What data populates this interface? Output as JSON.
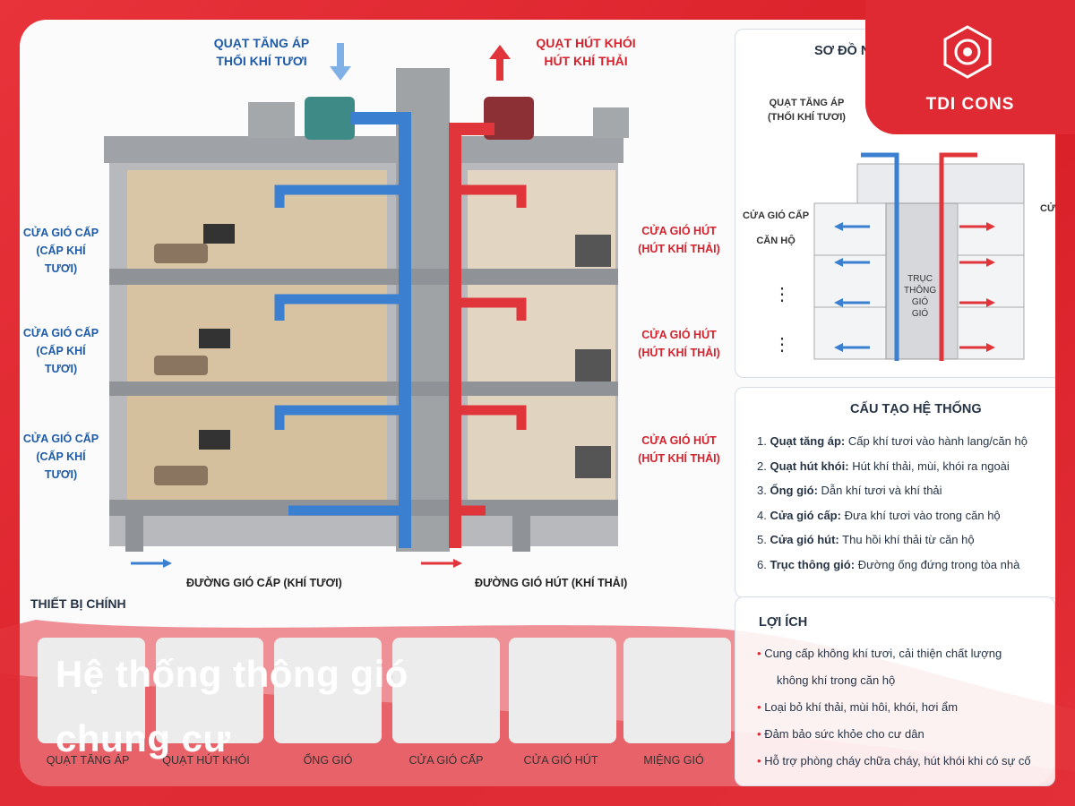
{
  "brand": {
    "name": "TDI CONS",
    "accent": "#e02a33"
  },
  "diagram": {
    "top_left_label": [
      "QUẠT TĂNG ÁP",
      "THỔI KHÍ TƯƠI"
    ],
    "top_right_label": [
      "QUẠT HÚT KHÓI",
      "HÚT KHÍ THẢI"
    ],
    "supply_vent_labels": [
      [
        "CỬA GIÓ CẤP",
        "(CẤP KHÍ TƯƠI)"
      ],
      [
        "CỬA GIÓ CẤP",
        "(CẤP KHÍ TƯƠI)"
      ],
      [
        "CỬA GIÓ CẤP",
        "(CẤP KHÍ TƯƠI)"
      ]
    ],
    "exhaust_vent_labels": [
      [
        "CỬA GIÓ HÚT",
        "(HÚT KHÍ THẢI)"
      ],
      [
        "CỬA GIÓ HÚT",
        "(HÚT KHÍ THẢI)"
      ],
      [
        "CỬA GIÓ HÚT",
        "(HÚT KHÍ THẢI)"
      ]
    ],
    "legend": {
      "supply": "ĐƯỜNG GIÓ CẤP (KHÍ TƯƠI)",
      "exhaust": "ĐƯỜNG GIÓ HÚT (KHÍ THẢI)"
    },
    "colors": {
      "supply": "#3a7fd0",
      "exhaust": "#e0353b"
    }
  },
  "schema": {
    "title": "SƠ ĐỒ N",
    "fan_label": [
      "QUẠT TĂNG ÁP",
      "(THỔI KHÍ TƯƠI)"
    ],
    "vent_label": [
      "CỬA GIÓ CẤP",
      "CĂN HỘ"
    ],
    "shaft_label": [
      "TRỤC",
      "THÔNG",
      "GIÓ",
      "GIÓ"
    ],
    "right_cut": "CỬ",
    "dots": "⋮"
  },
  "structure": {
    "title": "CẤU TẠO HỆ THỐNG",
    "items": [
      {
        "num": "1.",
        "term": "Quạt tăng áp:",
        "desc": "Cấp khí tươi vào hành lang/căn hộ"
      },
      {
        "num": "2.",
        "term": "Quạt hút khói:",
        "desc": "Hút khí thải, mùi, khói ra ngoài"
      },
      {
        "num": "3.",
        "term": "Ống gió:",
        "desc": "Dẫn khí tươi và khí thải"
      },
      {
        "num": "4.",
        "term": "Cửa gió cấp:",
        "desc": "Đưa khí tươi vào trong căn hộ"
      },
      {
        "num": "5.",
        "term": "Cửa gió hút:",
        "desc": "Thu hồi khí thải từ căn hộ"
      },
      {
        "num": "6.",
        "term": "Trục thông gió:",
        "desc": "Đường ống đứng trong tòa nhà"
      }
    ]
  },
  "benefits": {
    "title": "LỢI ÍCH",
    "items": [
      "Cung cấp không khí tươi, cải thiện chất lượng",
      "không khí trong căn hộ",
      "Loại bỏ khí thải, mùi hôi, khói, hơi ẩm",
      "Đảm bảo sức khỏe cho cư dân",
      "Hỗ trợ phòng cháy chữa cháy, hút khói khi có sự cố"
    ]
  },
  "equipment": {
    "title": "THIẾT BỊ CHÍNH",
    "items": [
      "QUẠT TĂNG ÁP",
      "QUẠT HÚT KHÓI",
      "ỐNG GIÓ",
      "CỬA GIÓ CẤP",
      "CỬA GIÓ HÚT",
      "MIỆNG GIÓ"
    ]
  },
  "headline": {
    "line1": "Hệ thống thông gió",
    "line2": "chung cư"
  }
}
